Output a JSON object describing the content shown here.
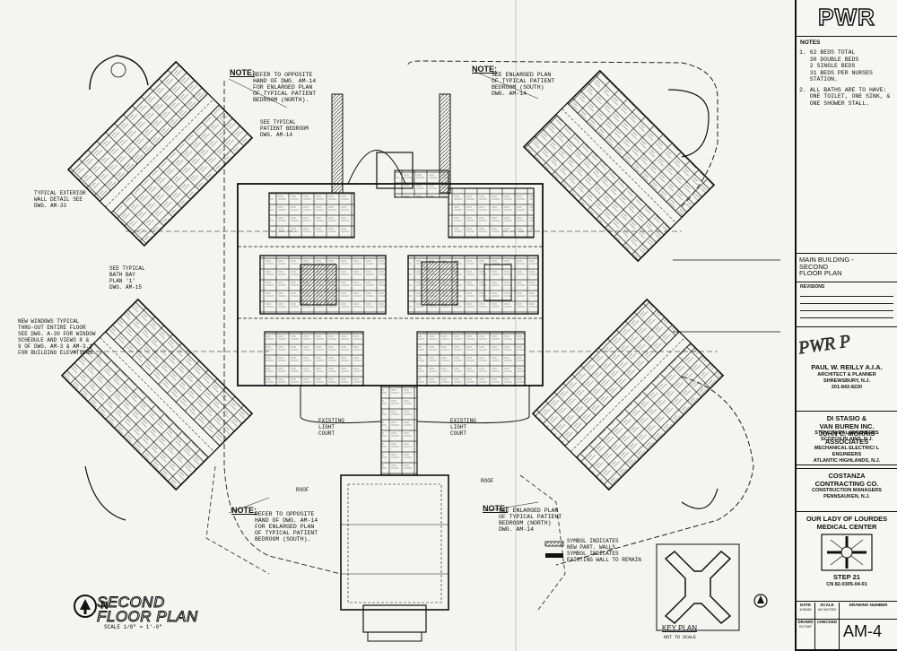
{
  "logo": {
    "text": "PWR"
  },
  "notes": {
    "heading": "NOTES",
    "items": [
      "1. 62 BEDS TOTAL\n   30 DOUBLE BEDS\n   2 SINGLE BEDS\n   31 BEDS PER NURSES\n   STATION.",
      "2. ALL BATHS ARE TO HAVE:\n   ONE TOILET, ONE SINK, &\n   ONE SHOWER STALL."
    ]
  },
  "drawing_title": "MAIN BUILDING -\nSECOND\nFLOOR PLAN",
  "revisions_label": "REVISIONS",
  "stamp_text": "PWR P",
  "architect": {
    "name": "PAUL W. REILLY A.I.A.",
    "role": "ARCHITECT & PLANNER",
    "city": "SHREWSBURY, N.J.",
    "phone": "201-842-8220"
  },
  "structural": {
    "name": "DI STASIO &",
    "name2": "VAN BUREN INC.",
    "role": "STRUCTURAL ENGINEERS",
    "city": "SCOTCH PLAINS, N.J."
  },
  "mechanical": {
    "name": "JOHN C. MORRIS",
    "name2": "ASSOCIATES",
    "role": "MECHANICAL ELECTRIC/ L",
    "role2": "ENGINEERS",
    "city": "ATLANTIC HIGHLANDS, N.J."
  },
  "contractor": {
    "name": "COSTANZA",
    "name2": "CONTRACTING CO.",
    "role": "CONSTRUCTION MANAGERS",
    "city": "PENNSAUKEN, N.J."
  },
  "client": {
    "name": "OUR LADY OF LOURDES",
    "name2": "MEDICAL CENTER",
    "step": "STEP 21",
    "cn": "CN 82-0305-04-01"
  },
  "grid": {
    "date": "DATE",
    "scale": "SCALE",
    "drawing_number": "DRAWING NUMBER",
    "drawn": "DRAWN",
    "checked": "CHECKED",
    "date_val": "4/30/82",
    "scale_val": "AS NOTED",
    "drawn_val": "SVT/AP"
  },
  "sheet_number": "AM-4",
  "plan_title": "SECOND\nFLOOR PLAN",
  "plan_scale": "SCALE 1/8\" = 1'-0\"",
  "north": "N",
  "key_plan": {
    "label": "KEY PLAN",
    "sub": "NOT TO SCALE"
  },
  "legend": [
    "SYMBOL INDICATES",
    "NEW PART. WALLS",
    "SYMBOL INDICATES",
    "EXISTING WALL TO REMAIN"
  ],
  "plan_labels": {
    "note1": "NOTE:",
    "note1_text": "REFER TO OPPOSITE\nHAND OF DWG. AM-14\nFOR ENLARGED PLAN\nOF TYPICAL PATIENT\nBEDROOM (NORTH).",
    "note2": "NOTE:",
    "note2_text": "SEE ENLARGED PLAN\nOF TYPICAL PATIENT\nBEDROOM (SOUTH)\nDWG. AM-14",
    "note3": "NOTE:",
    "note3_text": "REFER TO OPPOSITE\nHAND OF DWG. AM-14\nFOR ENLARGED PLAN\nOF TYPICAL PATIENT\nBEDROOM (SOUTH).",
    "note4": "NOTE:",
    "note4_text": "SEE ENLARGED PLAN\nOF TYPICAL PATIENT\nBEDROOM (NORTH)\nDWG. AM-14",
    "light_court_l": "EXISTING\nLIGHT\nCOURT",
    "light_court_r": "EXISTING\nLIGHT\nCOURT",
    "roof_l": "ROOF",
    "roof_r": "ROOF",
    "typ_ext": "TYPICAL EXTERIOR\nWALL DETAIL SEE\nDWG. AM-33",
    "new_windows": "NEW WINDOWS TYPICAL\nTHRU-OUT ENTIRE FLOOR\nSEE DWG. A-30 FOR WINDOW\nSCHEDULE AND VIEWS 8 &\n9 OF DWG. AM-3 & AM-3.1\nFOR BUILDING ELEVATIONS.",
    "typ_bath": "SEE TYPICAL\nBATH BAY\nPLAN '1'\nDWG. AM-15",
    "typ_bed": "SEE TYPICAL\nPATIENT BEDROOM\nDWG. AM-14"
  }
}
